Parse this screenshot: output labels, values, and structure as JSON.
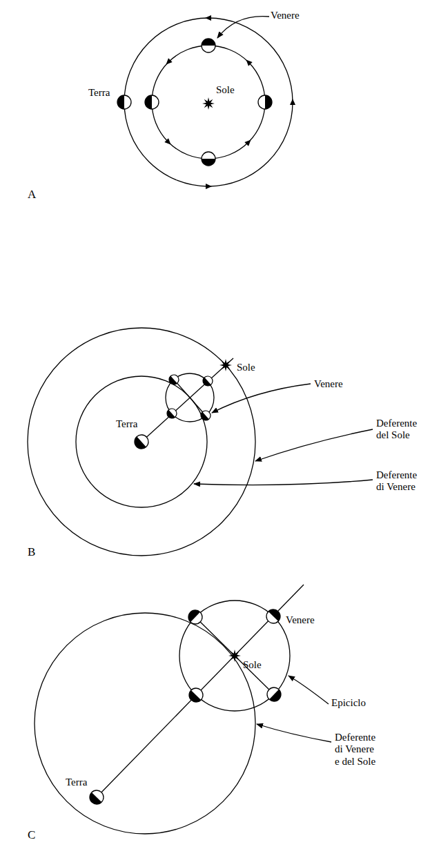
{
  "diagram": {
    "labels": [
      "Venere",
      "Sole",
      "Terra",
      "A",
      "Sole",
      "Venere",
      "Deferente del Sole",
      "Deferente di Venere",
      "Terra",
      "B",
      "Venere",
      "Sole",
      "Epiciclo",
      "Deferente di Venere e del Sole",
      "Terra",
      "C"
    ]
  }
}
